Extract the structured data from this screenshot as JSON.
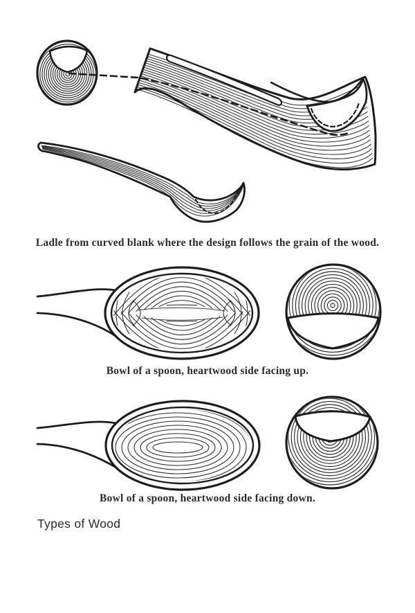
{
  "page": {
    "paper_color": "#ffffff",
    "ink_color": "#1c1c1c",
    "text_color": "#2a2a2a"
  },
  "figures": [
    {
      "caption": "Ladle from curved blank where the design follows the grain of the wood.",
      "alt": "End-grain log section with a carved notch, a dashed guideline leading to a curved wood blank with grain lines, a slot and a hollowed bowl at its tip, and the finished ladle profile below."
    },
    {
      "caption": "Bowl of a spoon, heartwood side facing up.",
      "alt": "Top view of a spoon bowl with arched face grain, beside an end-grain circle whose bowl hollow is carved below the pith."
    },
    {
      "caption": "Bowl of a spoon, heartwood side facing down.",
      "alt": "Top view of a spoon bowl with concentric oval grain, beside an end-grain circle whose bowl hollow is carved above the pith."
    }
  ],
  "heading": {
    "text": "Types of Wood"
  }
}
